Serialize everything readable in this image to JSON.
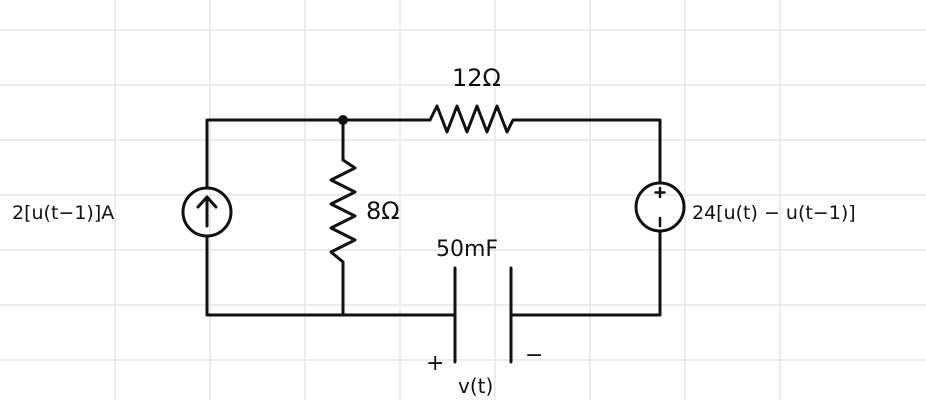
{
  "labels": {
    "current_source": "2[u(t−1)]A",
    "resistor_8": "8Ω",
    "resistor_12": "12Ω",
    "capacitor": "50mF",
    "voltage_source": "24[u(t) − u(t−1)]",
    "cap_plus": "+",
    "cap_minus": "−",
    "cap_voltage": "v(t)"
  },
  "colors": {
    "ink": "#111111",
    "grid": "#e6e6e6",
    "background": "#ffffff"
  },
  "icons": {
    "current_source_arrow": "arrow-up-icon",
    "voltage_source_polarity": "plus-minus-icon"
  }
}
